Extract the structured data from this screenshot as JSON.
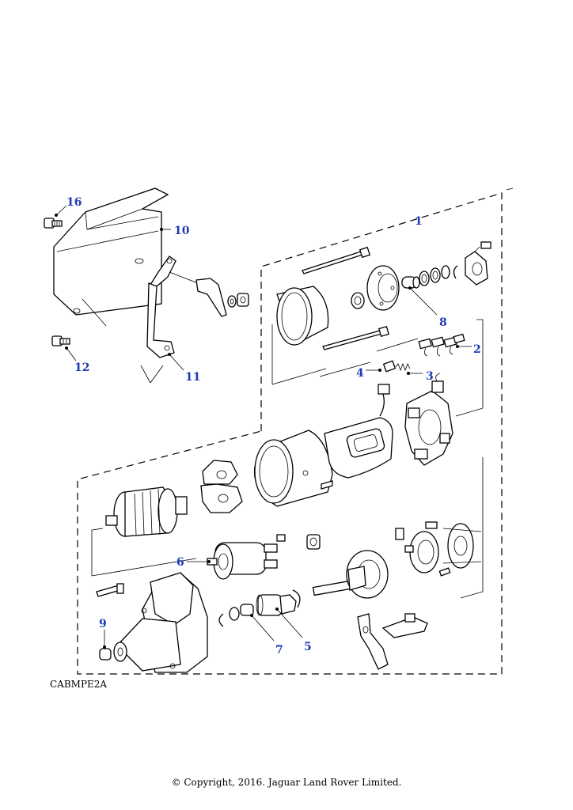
{
  "diagram": {
    "reference_code": "CABMPE2A",
    "copyright": "© Copyright, 2016. Jaguar Land Rover Limited.",
    "callouts": [
      {
        "id": "c1",
        "label": "1"
      },
      {
        "id": "c2",
        "label": "2"
      },
      {
        "id": "c3",
        "label": "3"
      },
      {
        "id": "c4",
        "label": "4"
      },
      {
        "id": "c5",
        "label": "5"
      },
      {
        "id": "c6",
        "label": "6"
      },
      {
        "id": "c7",
        "label": "7"
      },
      {
        "id": "c8",
        "label": "8"
      },
      {
        "id": "c9",
        "label": "9"
      },
      {
        "id": "c10",
        "label": "10"
      },
      {
        "id": "c11",
        "label": "11"
      },
      {
        "id": "c12",
        "label": "12"
      },
      {
        "id": "c16",
        "label": "16"
      }
    ],
    "colors": {
      "callout": "#1f3bb3",
      "line": "#000000",
      "background": "#ffffff"
    }
  }
}
